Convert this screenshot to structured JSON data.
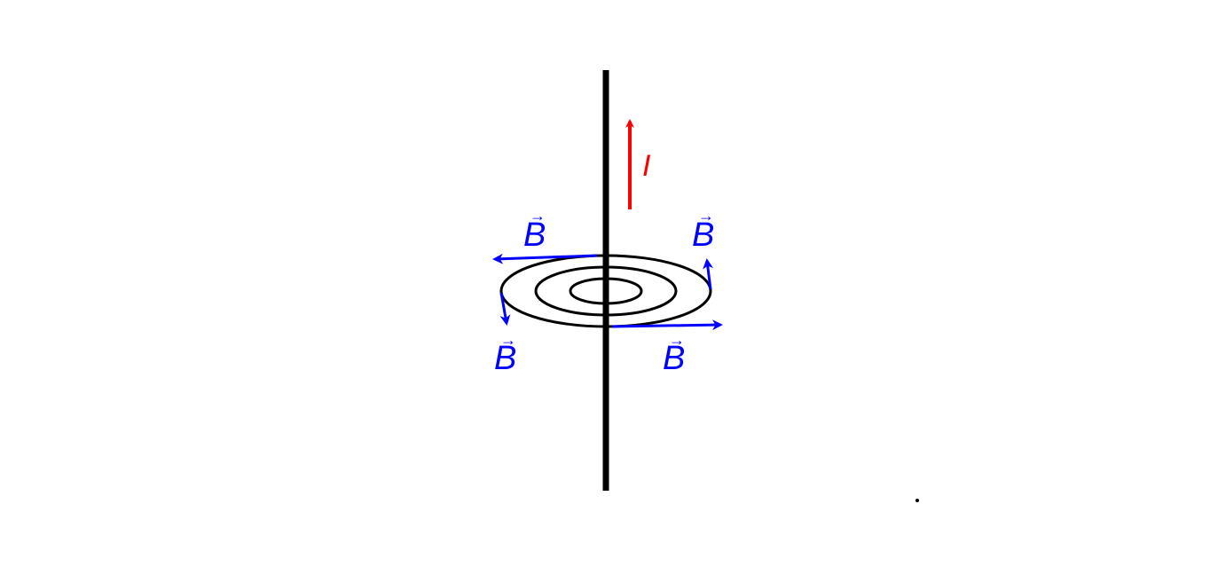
{
  "diagram": {
    "current_label": "I",
    "field_labels": [
      {
        "id": "upper-left",
        "symbol": "B",
        "vector_arrow": "→"
      },
      {
        "id": "upper-right",
        "symbol": "B",
        "vector_arrow": "→"
      },
      {
        "id": "lower-left",
        "symbol": "B",
        "vector_arrow": "→"
      },
      {
        "id": "lower-right",
        "symbol": "B",
        "vector_arrow": "→"
      }
    ],
    "colors": {
      "wire": "#000000",
      "current_arrow": "#ff0000",
      "field_arrows": "#0000ff",
      "field_lines": "#000000"
    }
  }
}
